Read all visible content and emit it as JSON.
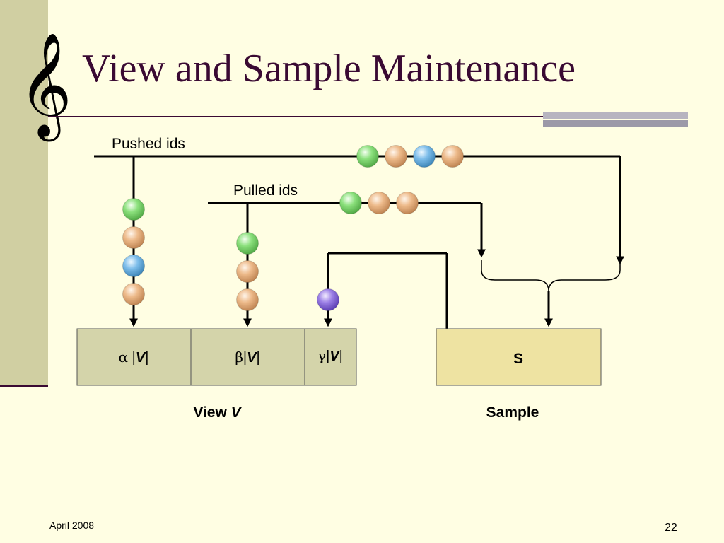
{
  "slide": {
    "title": "View and Sample Maintenance",
    "date": "April 2008",
    "page_number": "22"
  },
  "decor": {
    "clef_glyph": "𝄞",
    "clef_icon": "treble-clef-icon"
  },
  "diagram": {
    "pushed_label": "Pushed ids",
    "pulled_label": "Pulled ids",
    "pushed_line_beads": [
      "green",
      "orange",
      "blue",
      "orange"
    ],
    "pulled_line_beads": [
      "green",
      "orange",
      "orange"
    ],
    "alpha_stack_beads": [
      "green",
      "orange",
      "blue",
      "orange"
    ],
    "beta_stack_beads": [
      "green",
      "orange",
      "orange"
    ],
    "gamma_stack_beads": [
      "purple"
    ],
    "view_segments": [
      {
        "greek": "α",
        "sep": " |",
        "var": "V",
        "close": "|"
      },
      {
        "greek": "β",
        "sep": "|",
        "var": "V",
        "close": "|"
      },
      {
        "greek": "γ",
        "sep": "|",
        "var": "V",
        "close": "|"
      }
    ],
    "sample_box_label": "S",
    "view_caption": "View ",
    "view_caption_var": "V",
    "sample_caption": "Sample"
  },
  "colors": {
    "background": "#FFFEE3",
    "title": "#3A0A33",
    "view_box": "#D4D4AA",
    "sample_box": "#EEE3A2",
    "bead_green": "#8BE07C",
    "bead_orange": "#EDBA8A",
    "bead_blue": "#7DBDEA",
    "bead_purple": "#9C80E6"
  }
}
